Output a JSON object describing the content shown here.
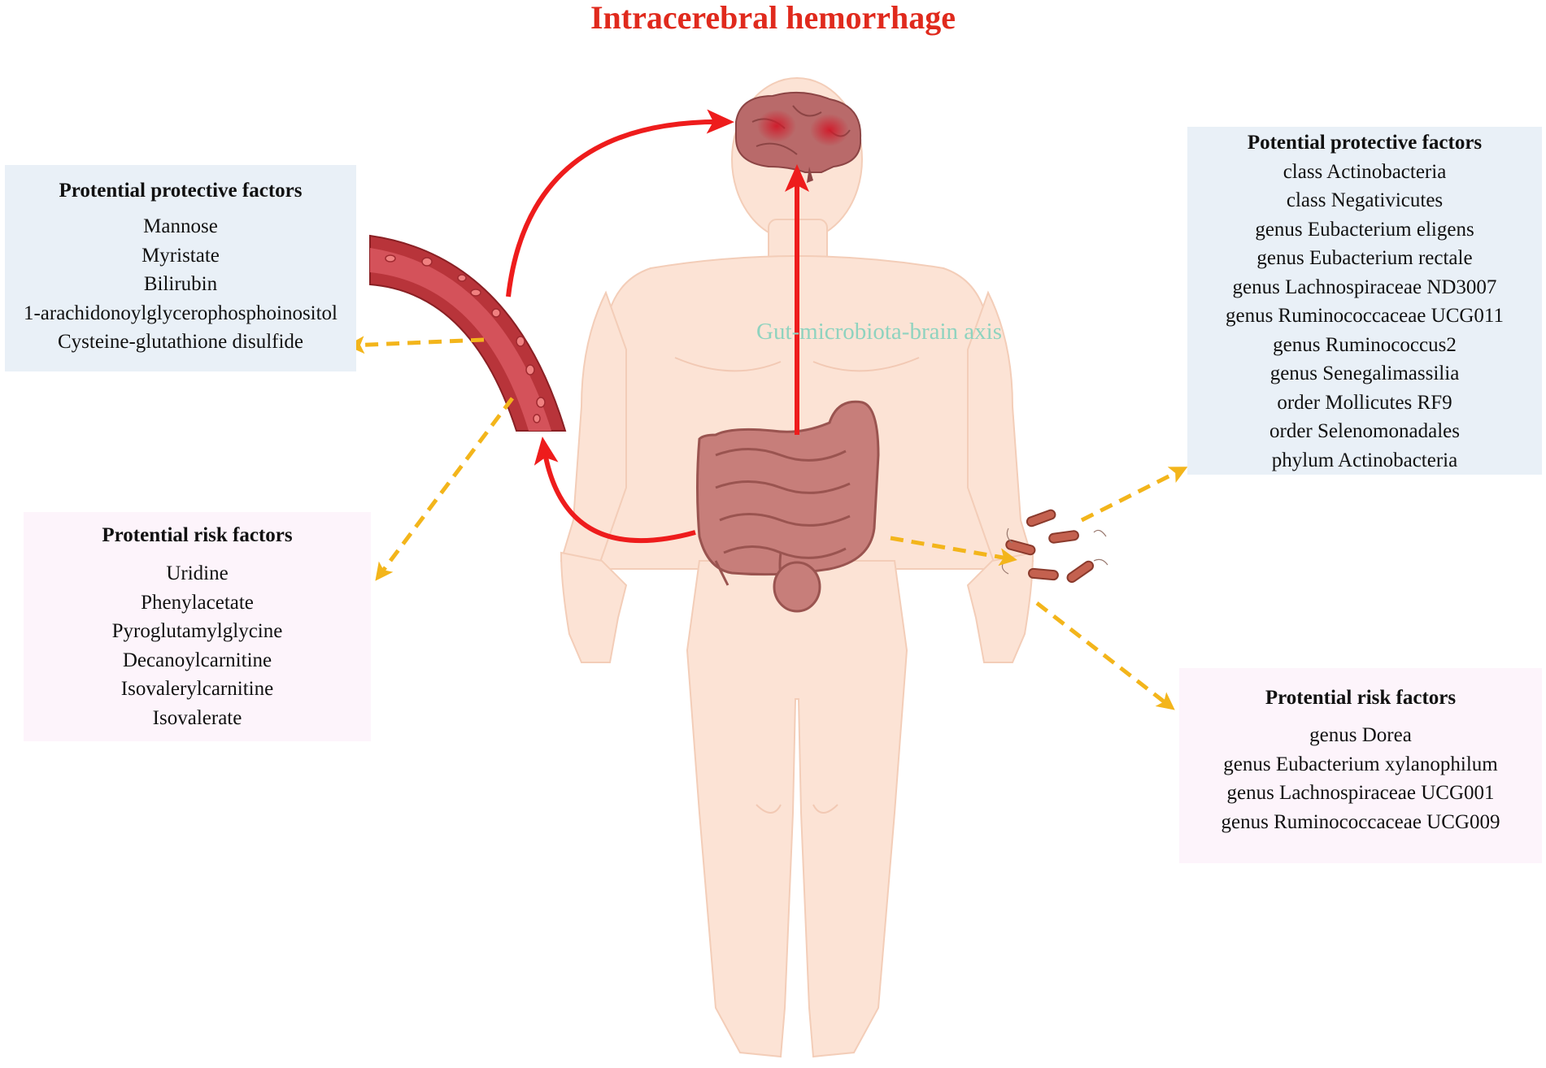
{
  "title": "Intracerebral hemorrhage",
  "axis_label": "Gut-microbiota-brain axis",
  "left_protective": {
    "heading": "Protential protective factors",
    "items": [
      "Mannose",
      "Myristate",
      "Bilirubin",
      "1-arachidonoylglycerophosphoinositol",
      "Cysteine-glutathione disulfide"
    ]
  },
  "left_risk": {
    "heading": "Protential risk factors",
    "items": [
      "Uridine",
      "Phenylacetate",
      "Pyroglutamylglycine",
      "Decanoylcarnitine",
      "Isovalerylcarnitine",
      "Isovalerate"
    ]
  },
  "right_protective": {
    "heading": "Potential protective factors",
    "items": [
      "class Actinobacteria",
      "class Negativicutes",
      "genus Eubacterium eligens",
      "genus Eubacterium rectale",
      "genus Lachnospiraceae ND3007",
      "genus Ruminococcaceae UCG011",
      "genus Ruminococcus2",
      "genus Senegalimassilia",
      "order Mollicutes RF9",
      "order Selenomonadales",
      "phylum Actinobacteria"
    ]
  },
  "right_risk": {
    "heading": "Protential risk factors",
    "items": [
      "genus Dorea",
      "genus Eubacterium xylanophilum",
      "genus Lachnospiraceae UCG001",
      "genus Ruminococcaceae UCG009"
    ]
  },
  "colors": {
    "title": "#e02a1d",
    "red_arrow": "#ee1c1c",
    "yellow_arrow": "#f3b51b",
    "axis_label": "#8fd3bf",
    "protective_box": "#e9f0f7",
    "risk_box": "#fdf4fb",
    "body_skin": "#fce3d5",
    "vessel": "#b8343a",
    "intestine": "#c77e7a",
    "brain": "#b96a6a",
    "bacteria": "#c4614f"
  },
  "icons": [
    "human-body-icon",
    "brain-icon",
    "intestine-icon",
    "blood-vessel-icon",
    "bacteria-icon"
  ]
}
